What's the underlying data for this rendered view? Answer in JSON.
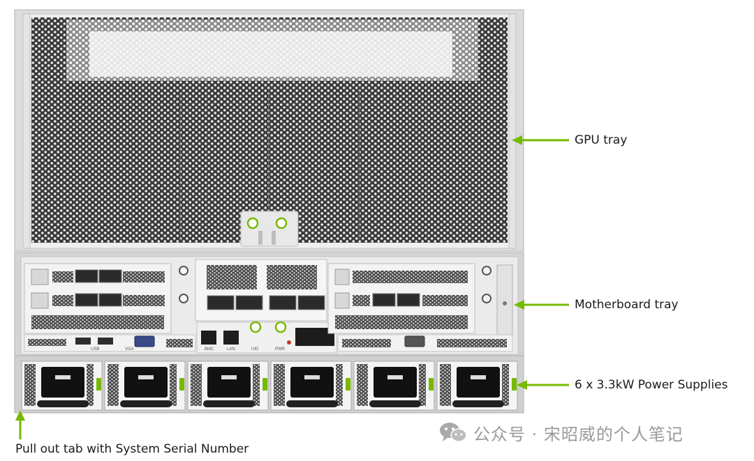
{
  "colors": {
    "accent": "#76b900",
    "chassis": "#e6e6e6",
    "mesh": "#3a3a3a",
    "psu_outlet": "#111111"
  },
  "labels": {
    "gpu_tray": "GPU tray",
    "motherboard_tray": "Motherboard tray",
    "power_supplies": "6 x 3.3kW Power Supplies",
    "pull_out_tab": "Pull out tab with System Serial Number"
  },
  "ports": {
    "usb": "USB",
    "vga": "VGA",
    "bmc": "BMC",
    "lan": "LAN",
    "uid": "UID",
    "pwr": "PWR"
  },
  "watermark": {
    "icon": "wechat-icon",
    "text": "公众号 · 宋昭威的个人笔记"
  }
}
